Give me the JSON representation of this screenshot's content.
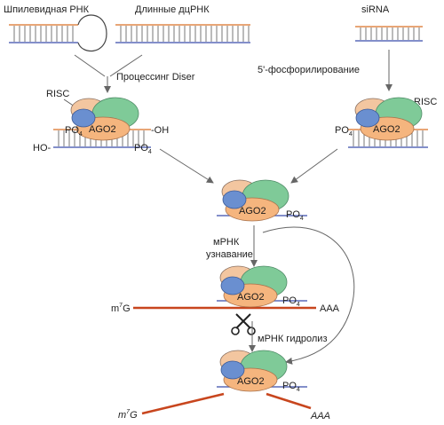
{
  "labels": {
    "hairpin_rna": "Шпилевидная РНК",
    "long_dsrna": "Длинные дцРНК",
    "sirna": "siRNA",
    "dicer_processing": "Процессинг Diser",
    "phosphorylation": "5'-фосфорилирование",
    "risc_left": "RISC",
    "risc_right": "RISC",
    "mrna_recognition_line1": "мРНК",
    "mrna_recognition_line2": "узнавание",
    "mrna_hydrolysis": "мРНК гидролиз"
  },
  "complex": {
    "protein_name": "AGO2",
    "phosphate": "PO",
    "phosphate_sub": "4",
    "hydroxyl_right": "-OH",
    "hydroxyl_left": "HO-"
  },
  "mrna": {
    "cap": "m",
    "cap_sup": "7",
    "cap_base": "G",
    "tail": "AAA"
  },
  "colors": {
    "rna_orange": "#e0894a",
    "rna_blue": "#5a6ab8",
    "mrna_red": "#c8461e",
    "arrow": "#666666",
    "protein_peach": "#f3c6a0",
    "protein_green": "#7fca98",
    "protein_blue": "#6a8fd0",
    "protein_ago2": "#f5b57e"
  },
  "icons": [
    "scissors-icon"
  ]
}
